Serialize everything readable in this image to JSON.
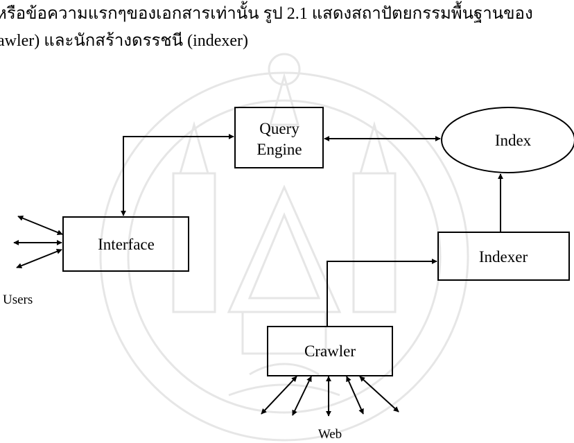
{
  "document": {
    "text_lines": [
      "หรือข้อความแรกๆของเอกสารเท่านั้น รูป 2.1 แสดงสถาปัตยกรรมพื้นฐานของ",
      "awler) และนักสร้างดรรชนี (indexer)"
    ]
  },
  "diagram": {
    "nodes": {
      "query_engine": {
        "label_line1": "Query",
        "label_line2": "Engine"
      },
      "index": {
        "label": "Index"
      },
      "interface": {
        "label": "Interface"
      },
      "indexer": {
        "label": "Indexer"
      },
      "crawler": {
        "label": "Crawler"
      }
    },
    "labels": {
      "users": "Users",
      "web": "Web"
    }
  },
  "colors": {
    "ink": "#000000",
    "watermark": "#9a9a9a"
  }
}
